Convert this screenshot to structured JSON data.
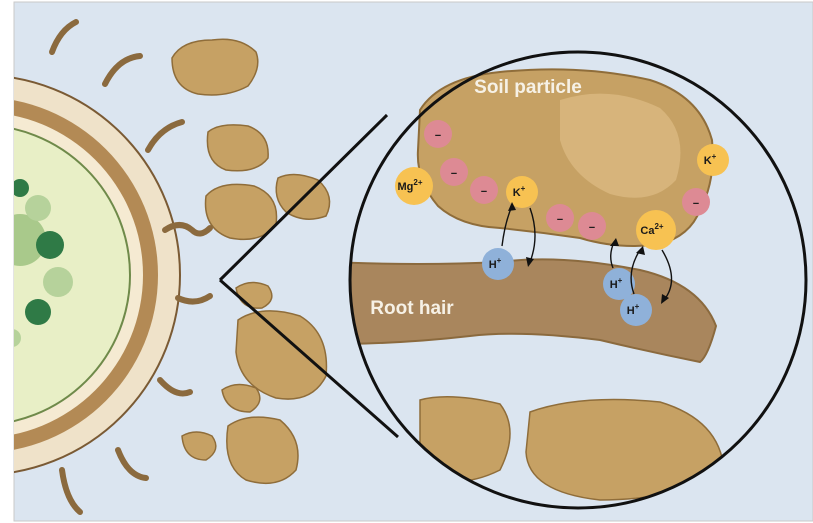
{
  "labels": {
    "soil_particle": "Soil particle",
    "root_hair": "Root hair"
  },
  "ions": {
    "mg": {
      "base": "Mg",
      "sup": "2+"
    },
    "k_left": {
      "base": "K",
      "sup": "+"
    },
    "k_right": {
      "base": "K",
      "sup": "+"
    },
    "ca": {
      "base": "Ca",
      "sup": "2+"
    },
    "h1": {
      "base": "H",
      "sup": "+"
    },
    "h2": {
      "base": "H",
      "sup": "+"
    },
    "h3": {
      "base": "H",
      "sup": "+"
    }
  },
  "negative_charge_symbol": "−",
  "colors": {
    "background": "#dbe5f0",
    "cation": "#f7c252",
    "proton": "#8fb1d9",
    "negative_charge": "#dd8a94",
    "soil": "#c6a164",
    "root_hair": "#a9865d",
    "root_cell_inner": "#e8efc6"
  }
}
